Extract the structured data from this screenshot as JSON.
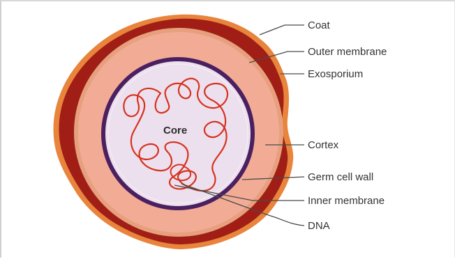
{
  "diagram": {
    "center_label": "Core",
    "labels": [
      {
        "id": "coat",
        "text": "Coat"
      },
      {
        "id": "outer-membrane",
        "text": "Outer membrane"
      },
      {
        "id": "exosporium",
        "text": "Exosporium"
      },
      {
        "id": "cortex",
        "text": "Cortex"
      },
      {
        "id": "germ-cell-wall",
        "text": "Germ cell wall"
      },
      {
        "id": "inner-membrane",
        "text": "Inner membrane"
      },
      {
        "id": "dna",
        "text": "DNA"
      }
    ],
    "colors": {
      "exosporium_edge": "#e8843c",
      "coat": "#a01e16",
      "outer_membrane": "#e7a07e",
      "cortex": "#f2ac96",
      "germ_cell_wall": "#4a2060",
      "core": "#ede0ee",
      "dna": "#d6321e"
    }
  }
}
